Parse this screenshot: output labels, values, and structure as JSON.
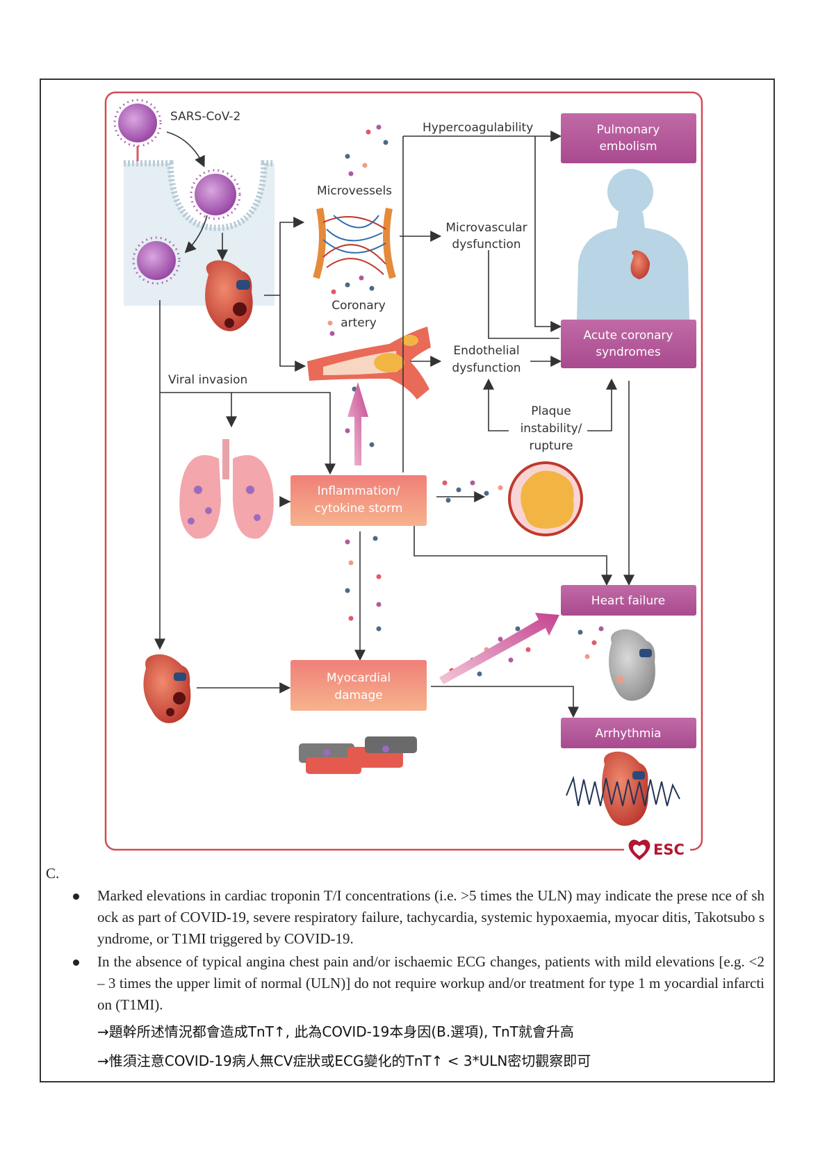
{
  "diagram": {
    "labels": {
      "virus": "SARS-CoV-2",
      "hypercoagulability": "Hypercoagulability",
      "microvessels": "Microvessels",
      "microvascular": [
        "Microvascular",
        "dysfunction"
      ],
      "coronary_artery": [
        "Coronary",
        "artery"
      ],
      "endothelial": [
        "Endothelial",
        "dysfunction"
      ],
      "viral_invasion": "Viral invasion",
      "plaque": [
        "Plaque",
        "instability/",
        "rupture"
      ]
    },
    "boxes": {
      "pulmonary_embolism": [
        "Pulmonary",
        "embolism"
      ],
      "acs": [
        "Acute coronary",
        "syndromes"
      ],
      "inflammation": [
        "Inflammation/",
        "cytokine storm"
      ],
      "heart_failure": "Heart failure",
      "myocardial_damage": [
        "Myocardial",
        "damage"
      ],
      "arrhythmia": "Arrhythmia"
    },
    "logo": "ESC",
    "colors": {
      "outcome_box": "#b4579a",
      "process_box": "#f29a83",
      "frame": "#d24a55"
    }
  },
  "caption": "C.",
  "bullets": [
    "Marked elevations in cardiac troponin T/I concentrations (i.e. >5 times the ULN) may indicate the prese nce of shock as part of COVID-19, severe respiratory failure, tachycardia, systemic hypoxaemia, myocar ditis, Takotsubo syndrome, or T1MI triggered by COVID-19.",
    "In the absence of typical angina chest pain and/or ischaemic ECG changes, patients with mild elevations [e.g. <2 – 3 times the upper limit of normal (ULN)] do not require workup and/or treatment for type 1 m yocardial infarction (T1MI)."
  ],
  "notes": [
    "→題幹所述情況都會造成TnT↑, 此為COVID-19本身因(B.選項), TnT就會升高",
    "→惟須注意COVID-19病人無CV症狀或ECG變化的TnT↑ < 3*ULN密切觀察即可"
  ]
}
